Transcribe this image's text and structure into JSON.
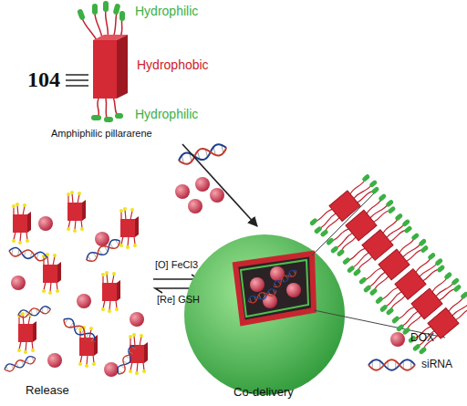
{
  "diagram": {
    "labels": [
      "104",
      "Hydrophilic",
      "Hydrophobic",
      "Hydrophilic",
      "Amphiphilic pillararene",
      "[O] FeCl3",
      "[Re] GSH",
      "Release",
      "Co-delivery"
    ],
    "legend": [
      {
        "text": "DOX"
      },
      {
        "text": "siRNA"
      }
    ]
  }
}
